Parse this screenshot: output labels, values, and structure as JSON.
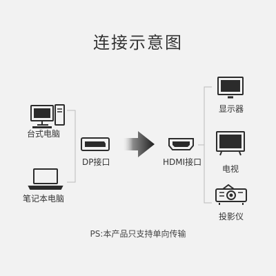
{
  "title": "连接示意图",
  "sources": {
    "desktop": "台式电脑",
    "laptop": "笔记本电脑"
  },
  "ports": {
    "input": "DP接口",
    "output": "HDMI接口"
  },
  "targets": {
    "monitor": "显示器",
    "tv": "电视",
    "projector": "投影仪"
  },
  "note": "PS:本产品只支持单向传输",
  "colors": {
    "background": "#f2f2f2",
    "icon": "#2b2b2b",
    "line": "#bbbbbb",
    "arrow_light": "#ffffff",
    "arrow_dark": "#1f1f1f"
  }
}
